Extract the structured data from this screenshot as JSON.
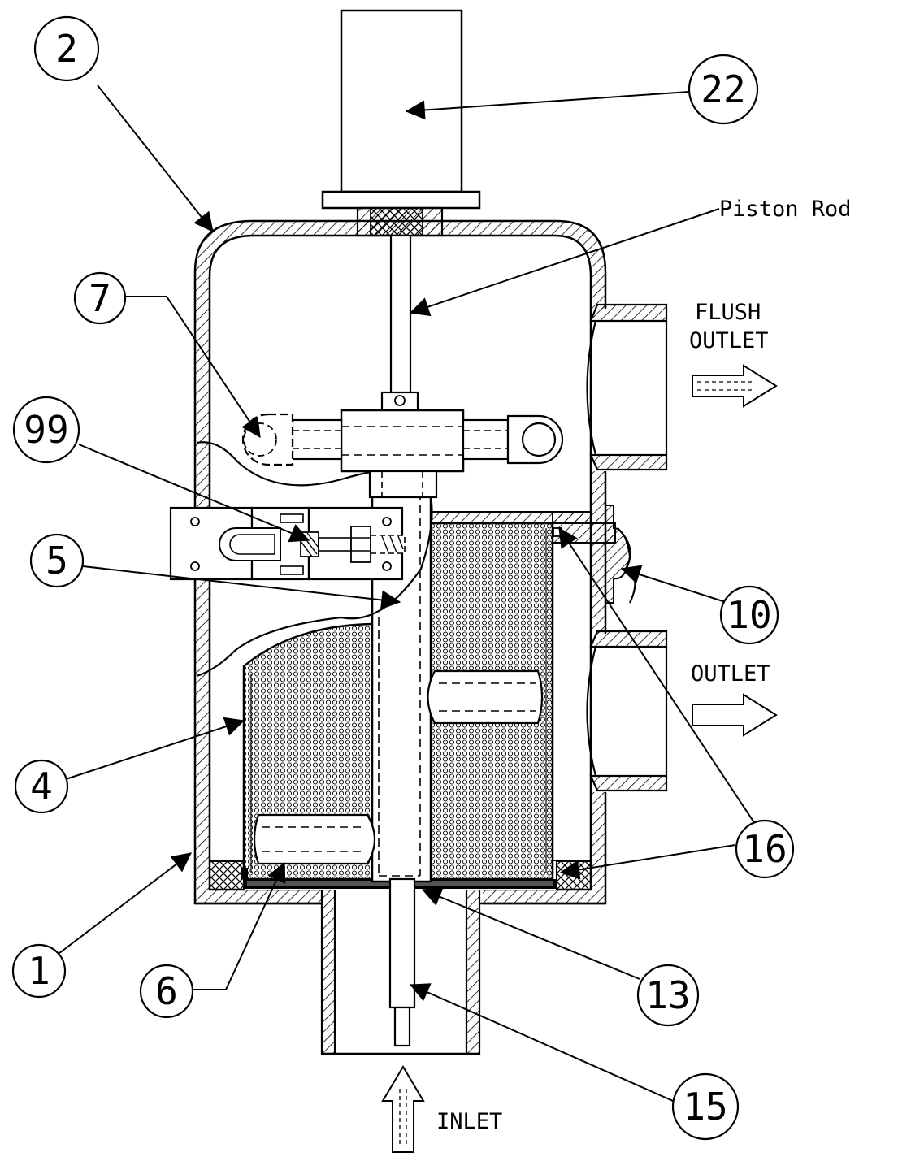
{
  "labels": {
    "piston_rod": "Piston Rod",
    "flush_outlet_line1": "FLUSH",
    "flush_outlet_line2": "OUTLET",
    "outlet": "OUTLET",
    "inlet": "INLET"
  },
  "callouts": {
    "c2": "2",
    "c22": "22",
    "c7": "7",
    "c99": "99",
    "c5": "5",
    "c10": "10",
    "c4": "4",
    "c16": "16",
    "c1": "1",
    "c6": "6",
    "c13": "13",
    "c15": "15"
  }
}
